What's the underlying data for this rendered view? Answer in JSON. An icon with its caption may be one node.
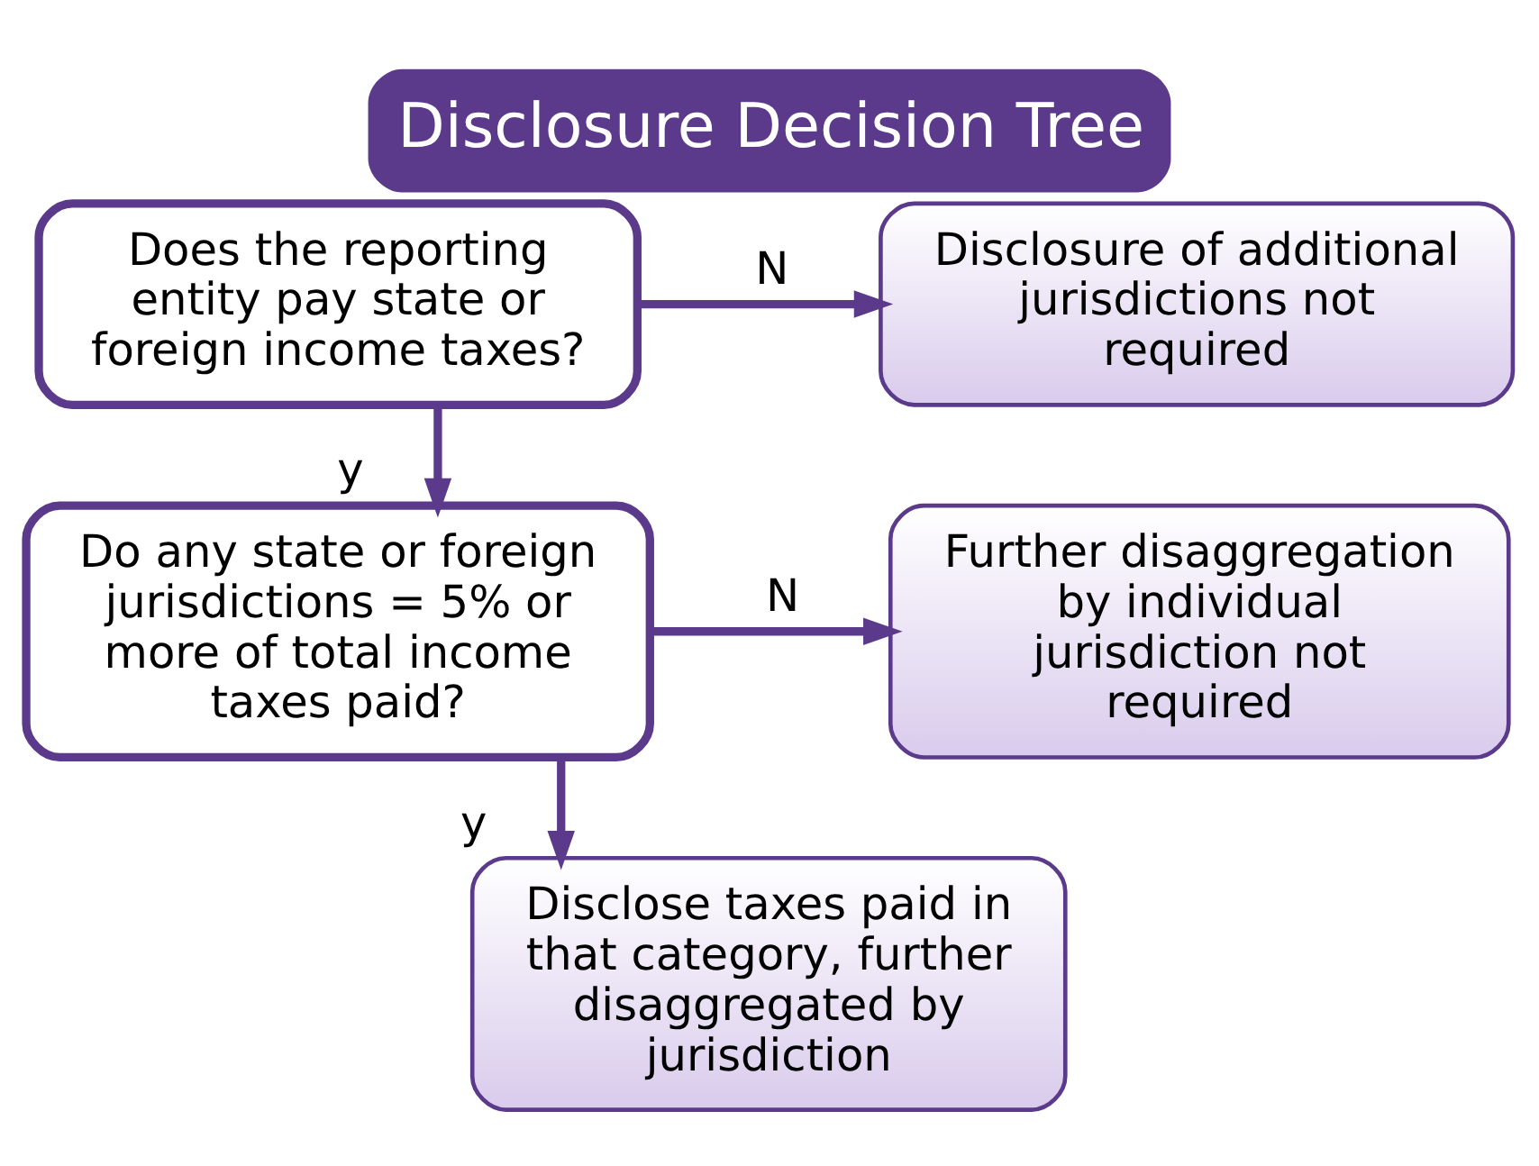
{
  "diagram": {
    "title": "Disclosure Decision Tree",
    "nodes": [
      {
        "text": [
          "Does the reporting entity pay state or foreign income taxes?"
        ]
      },
      {
        "text": [
          "Disclosure of additional jurisdictions not required"
        ]
      },
      {
        "text": [
          "Do any state or foreign jurisdictions = 5% or more of total income taxes paid?"
        ]
      },
      {
        "text": [
          "Further disaggregation by individual jurisdiction not required"
        ]
      },
      {
        "text": [
          "Disclose taxes paid in that category, further disaggregated by jurisdiction"
        ]
      }
    ],
    "edges": [
      {
        "from": 0,
        "to": 1,
        "arrow": "to",
        "label": "N"
      },
      {
        "from": 0,
        "to": 2,
        "arrow": "to",
        "label": "y"
      },
      {
        "from": 2,
        "to": 3,
        "arrow": "to",
        "label": "N"
      },
      {
        "from": 2,
        "to": 4,
        "arrow": "to",
        "label": "y"
      }
    ]
  }
}
